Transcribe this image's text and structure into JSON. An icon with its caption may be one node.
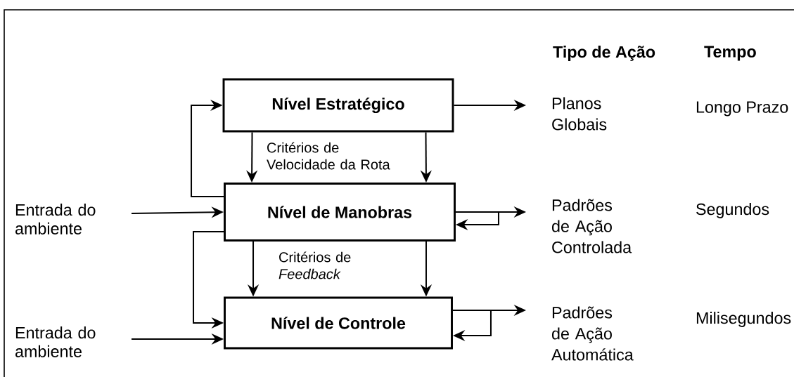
{
  "diagram": {
    "nodes": [
      {
        "text": [
          "Nível Estratégico"
        ]
      },
      {
        "text": [
          "Nível de Manobras"
        ]
      },
      {
        "text": [
          "Nível de Controle"
        ]
      },
      {
        "text": [
          "Entrada do ambiente"
        ]
      },
      {
        "text": [
          "Entrada do ambiente"
        ]
      },
      {
        "text": [
          "Planos Globais"
        ]
      },
      {
        "text": [
          "Padrões de Ação Controlada"
        ]
      },
      {
        "text": [
          "Padrões de Ação Automática"
        ]
      }
    ],
    "edges": [
      {
        "from": 1,
        "to": 0,
        "arrow": "to"
      },
      {
        "from": 0,
        "to": 1,
        "arrow": "to",
        "label": "Critérios de Velocidade da Rota"
      },
      {
        "from": 0,
        "to": 1,
        "arrow": "to"
      },
      {
        "from": 3,
        "to": 1,
        "arrow": "to"
      },
      {
        "from": 1,
        "to": 2,
        "arrow": "to"
      },
      {
        "from": 1,
        "to": 2,
        "arrow": "to",
        "label": "Critérios de *Feedback*"
      },
      {
        "from": 1,
        "to": 2,
        "arrow": "to"
      },
      {
        "from": 4,
        "to": 2,
        "arrow": "to"
      },
      {
        "from": 0,
        "to": 5,
        "arrow": "to"
      },
      {
        "from": 1,
        "to": 6,
        "arrow": "to"
      },
      {
        "from": 1,
        "to": 1,
        "arrow": "to"
      },
      {
        "from": 2,
        "to": 7,
        "arrow": "to"
      },
      {
        "from": 2,
        "to": 2,
        "arrow": "to"
      }
    ],
    "labels": [
      "Tipo de Ação",
      "Tempo",
      "Longo Prazo",
      "Segundos",
      "Milisegundos"
    ]
  }
}
